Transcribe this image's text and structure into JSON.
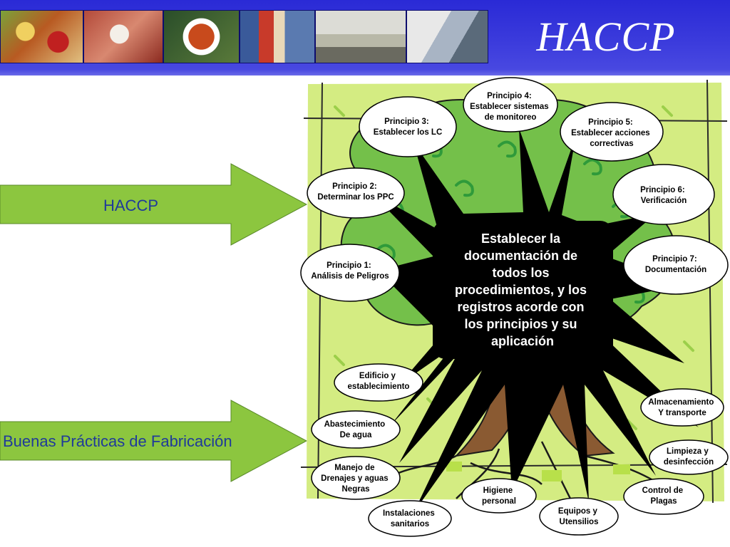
{
  "header": {
    "title": "HACCP",
    "photos": [
      "fruits-vegetables-photo",
      "meat-platter-photo",
      "soup-bowl-photo",
      "grocery-shopper-photo",
      "warehouse-forklift-photo",
      "food-worker-photo"
    ]
  },
  "arrows": {
    "haccp_label": "HACCP",
    "bpf_label": "Buenas Prácticas de Fabricación"
  },
  "center": {
    "lines": [
      "Establecer la",
      "documentación de",
      "todos los",
      "procedimientos, y los",
      "registros acorde con",
      "los  principios y su",
      "aplicación"
    ]
  },
  "principles": [
    {
      "lines": [
        "Principio 1:",
        "Análisis de Peligros"
      ]
    },
    {
      "lines": [
        "Principio 2:",
        "Determinar los PPC"
      ]
    },
    {
      "lines": [
        "Principio 3:",
        "Establecer los LC"
      ]
    },
    {
      "lines": [
        "Principio 4:",
        "Establecer sistemas",
        "de monitoreo"
      ]
    },
    {
      "lines": [
        "Principio 5:",
        "Establecer acciones",
        "correctivas"
      ]
    },
    {
      "lines": [
        "Principio 6:",
        "Verificación"
      ]
    },
    {
      "lines": [
        "Principio 7:",
        "Documentación"
      ]
    }
  ],
  "gmp_items": [
    {
      "lines": [
        "Edificio y",
        "establecimiento"
      ]
    },
    {
      "lines": [
        "Abastecimiento",
        "De agua"
      ]
    },
    {
      "lines": [
        "Manejo de",
        "Drenajes y aguas",
        "Negras"
      ]
    },
    {
      "lines": [
        "Instalaciones",
        "sanitarios"
      ]
    },
    {
      "lines": [
        "Higiene",
        "personal"
      ]
    },
    {
      "lines": [
        "Equipos y",
        "Utensilios"
      ]
    },
    {
      "lines": [
        "Control de",
        "Plagas"
      ]
    },
    {
      "lines": [
        "Limpieza y",
        "desinfección"
      ]
    },
    {
      "lines": [
        "Almacenamiento",
        "Y transporte"
      ]
    }
  ],
  "colors": {
    "header_blue": "#3030d8",
    "arrow_green": "#8cc63f",
    "tree_background": "#d4ec82",
    "canopy_green": "#74c04a",
    "swirl_green": "#2f9a3a",
    "trunk_brown": "#8a5a32",
    "starburst_black": "#000000"
  }
}
